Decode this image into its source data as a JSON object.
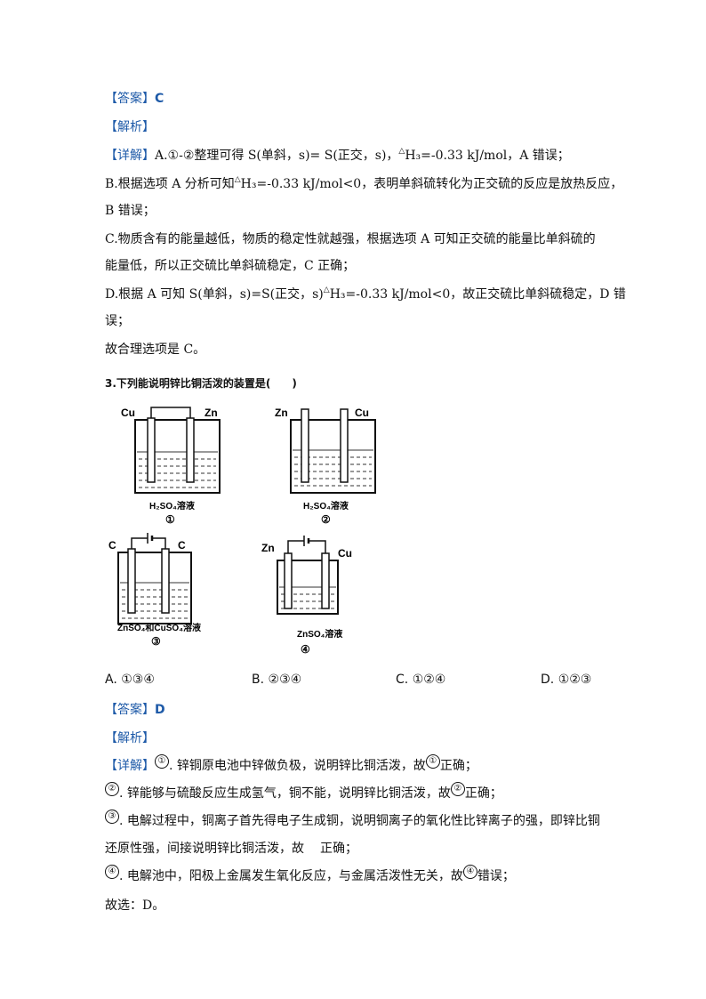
{
  "answer1": {
    "tag": "【答案】",
    "value": "C"
  },
  "analysis1": {
    "tag": "【解析】"
  },
  "detail1": {
    "tag": "【详解】",
    "line1_pre": "A.①-②整理可得 S(单斜，s)= S(正交，s)，",
    "line1_tri": "△",
    "line1_post": "H₃=-0.33 kJ/mol，A 错误；",
    "line2_pre": "B.根据选项 A 分析可知",
    "line2_tri": "△",
    "line2_post": "H₃=-0.33 kJ/mol<0，表明单斜硫转化为正交硫的反应是放热反应，",
    "line3": "B 错误；",
    "line4": "C.物质含有的能量越低，物质的稳定性就越强，根据选项 A 可知正交硫的能量比单斜硫的",
    "line5": "能量低，所以正交硫比单斜硫稳定，C 正确；",
    "line6_pre": "D.根据 A 可知 S(单斜，s)=S(正交，s)",
    "line6_tri": "△",
    "line6_post": "H₃=-0.33 kJ/mol<0，故正交硫比单斜硫稳定，D 错",
    "line7": "误；",
    "line8": "故合理选项是 C。"
  },
  "question": {
    "text": "3.下列能说明锌比铜活泼的装置是(　　)"
  },
  "figures": [
    {
      "num": "①",
      "left_label": "Cu",
      "right_label": "Zn",
      "solution": "H₂SO₄溶液"
    },
    {
      "num": "②",
      "left_label": "Zn",
      "right_label": "Cu",
      "solution": "H₂SO₄溶液"
    },
    {
      "num": "③",
      "left_label": "C",
      "right_label": "C",
      "solution": "ZnSO₄和CuSO₄溶液"
    },
    {
      "num": "④",
      "left_label": "Zn",
      "right_label": "Cu",
      "solution": "ZnSO₄溶液"
    }
  ],
  "choices": [
    {
      "letter": "A.",
      "value": "①③④"
    },
    {
      "letter": "B.",
      "value": "②③④"
    },
    {
      "letter": "C.",
      "value": "①②④"
    },
    {
      "letter": "D.",
      "value": "①②③"
    }
  ],
  "answer2": {
    "tag": "【答案】",
    "value": "D"
  },
  "analysis2": {
    "tag": "【解析】"
  },
  "detail2": {
    "tag": "【详解】",
    "c1": "①",
    "line1_mid": ". 锌铜原电池中锌做负极，说明锌比铜活泼，故",
    "line1_end": "正确；",
    "c2": "②",
    "line2_mid": ". 锌能够与硫酸反应生成氢气，铜不能，说明锌比铜活泼，故",
    "line2_end": "正确；",
    "c3": "③",
    "line3_a": ". 电解过程中，铜离子首先得电子生成铜，说明铜离子的氧化性比锌离子的强，即锌比铜",
    "line4_a": "还原性强，间接说明锌比铜活泼，故",
    "line4_b": "正确；",
    "c4": "④",
    "line5_mid": ". 电解池中，阳极上金属发生氧化反应，与金属活泼性无关，故",
    "line5_end": "错误；",
    "line6": "故选：D。"
  },
  "colors": {
    "tag": "#1e5aa8",
    "text": "#111111"
  }
}
